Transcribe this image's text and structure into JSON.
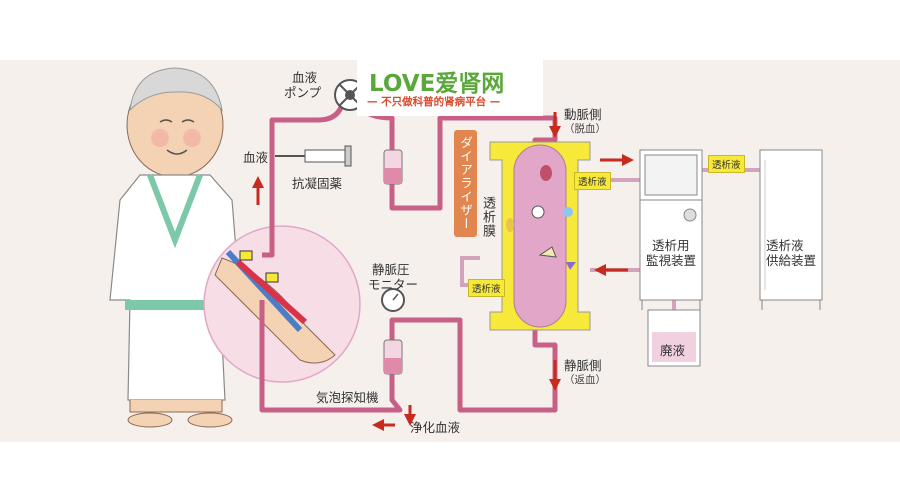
{
  "logo": {
    "brand": "LOVE爱肾网",
    "tagline": "— 不只做科普的肾病平台 —"
  },
  "labels": {
    "blood_pump_line1": "血液",
    "blood_pump_line2": "ポンプ",
    "blood": "血液",
    "anticoagulant": "抗凝固薬",
    "dialyzer": "ダイアライザー",
    "membrane": "透析膜",
    "arterial_side": "動脈側",
    "arterial_sub": "（脱血）",
    "venous_side": "静脈側",
    "venous_sub": "（返血）",
    "venous_monitor_line1": "静脈圧",
    "venous_monitor_line2": "モニター",
    "bubble_detector": "気泡探知機",
    "purified_blood": "浄化血液",
    "monitor_line1": "透析用",
    "monitor_line2": "監視装置",
    "supply_line1": "透析液",
    "supply_line2": "供給装置",
    "waste": "廃液",
    "dialysate": "透析液"
  },
  "colors": {
    "tube": "#c85f86",
    "arrow": "#c72a1f",
    "dialyzer_yellow": "#f6e93a",
    "membrane_pink": "#e2a7c8",
    "background_band": "#f5f0ec"
  }
}
